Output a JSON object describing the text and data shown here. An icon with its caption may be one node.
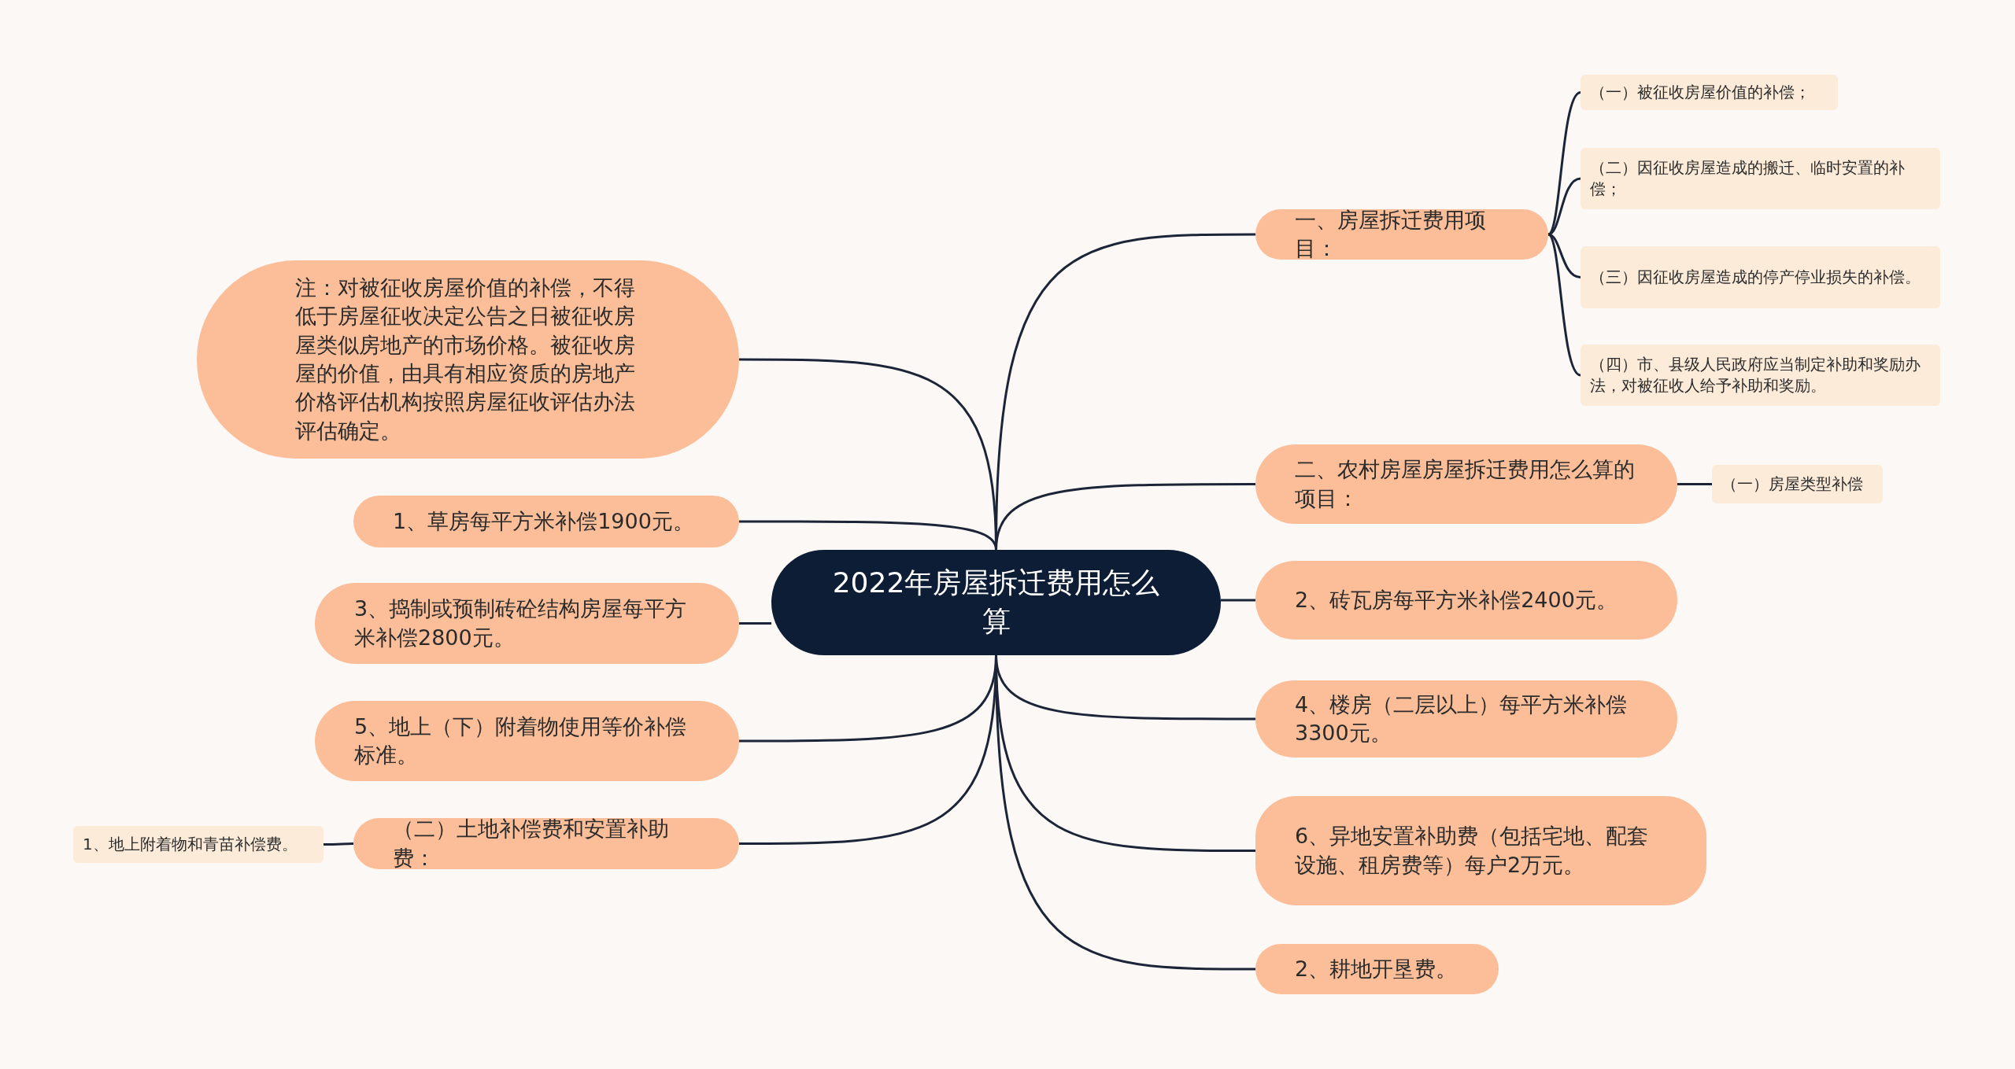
{
  "diagram": {
    "nodes": [
      {
        "text": [
          "2022年房屋拆迁费用怎么算"
        ]
      },
      {
        "text": [
          "一、房屋拆迁费用项目："
        ]
      },
      {
        "text": [
          "（一）被征收房屋价值的补偿；"
        ]
      },
      {
        "text": [
          "（二）因征收房屋造成的搬迁、临时安置的补偿；"
        ]
      },
      {
        "text": [
          "（三）因征收房屋造成的停产停业损失的补偿。"
        ]
      },
      {
        "text": [
          "（四）市、县级人民政府应当制定补助和奖励办法，对被征收人给予补助和奖励。"
        ]
      },
      {
        "text": [
          "二、农村房屋房屋拆迁费用怎么算的项目："
        ]
      },
      {
        "text": [
          "（一）房屋类型补偿"
        ]
      },
      {
        "text": [
          "2、砖瓦房每平方米补偿2400元。"
        ]
      },
      {
        "text": [
          "4、楼房（二层以上）每平方米补偿3300元。"
        ]
      },
      {
        "text": [
          "6、异地安置补助费（包括宅地、配套设施、租房费等）每户2万元。"
        ]
      },
      {
        "text": [
          "2、耕地开垦费。"
        ]
      },
      {
        "text": [
          "注：对被征收房屋价值的补偿，不得低于房屋征收决定公告之日被征收房屋类似房地产的市场价格。被征收房屋的价值，由具有相应资质的房地产价格评估机构按照房屋征收评估办法评估确定。"
        ]
      },
      {
        "text": [
          "1、草房每平方米补偿1900元。"
        ]
      },
      {
        "text": [
          "3、捣制或预制砖砼结构房屋每平方米补偿2800元。"
        ]
      },
      {
        "text": [
          "5、地上（下）附着物使用等价补偿标准。"
        ]
      },
      {
        "text": [
          "（二）土地补偿费和安置补助费："
        ]
      },
      {
        "text": [
          "1、地上附着物和青苗补偿费。"
        ]
      }
    ],
    "edges": [
      {
        "from": 0,
        "to": 1,
        "arrow": "none"
      },
      {
        "from": 1,
        "to": 2,
        "arrow": "none"
      },
      {
        "from": 1,
        "to": 3,
        "arrow": "none"
      },
      {
        "from": 1,
        "to": 4,
        "arrow": "none"
      },
      {
        "from": 1,
        "to": 5,
        "arrow": "none"
      },
      {
        "from": 0,
        "to": 6,
        "arrow": "none"
      },
      {
        "from": 6,
        "to": 7,
        "arrow": "none"
      },
      {
        "from": 0,
        "to": 8,
        "arrow": "none"
      },
      {
        "from": 0,
        "to": 9,
        "arrow": "none"
      },
      {
        "from": 0,
        "to": 10,
        "arrow": "none"
      },
      {
        "from": 0,
        "to": 11,
        "arrow": "none"
      },
      {
        "from": 0,
        "to": 12,
        "arrow": "none"
      },
      {
        "from": 0,
        "to": 13,
        "arrow": "none"
      },
      {
        "from": 0,
        "to": 14,
        "arrow": "none"
      },
      {
        "from": 0,
        "to": 15,
        "arrow": "none"
      },
      {
        "from": 0,
        "to": 16,
        "arrow": "none"
      },
      {
        "from": 16,
        "to": 17,
        "arrow": "none"
      }
    ]
  }
}
